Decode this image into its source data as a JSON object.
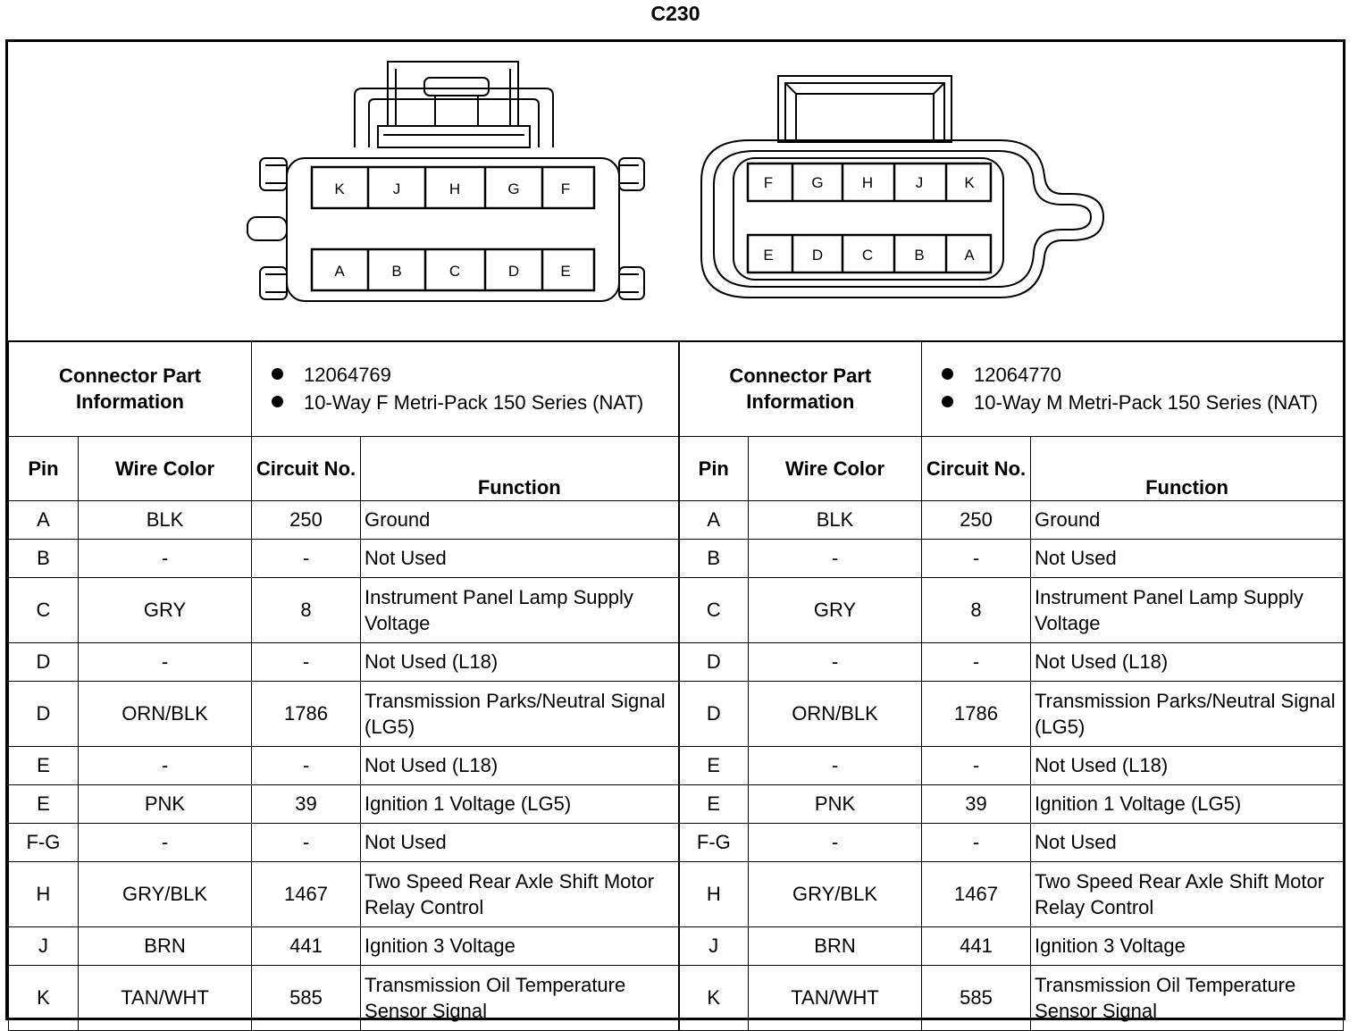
{
  "title": "C230",
  "left_connector": {
    "top_row": [
      "K",
      "J",
      "H",
      "G",
      "F"
    ],
    "bottom_row": [
      "A",
      "B",
      "C",
      "D",
      "E"
    ],
    "part_label": "Connector Part Information",
    "part_info": [
      "12064769",
      "10-Way F Metri-Pack 150 Series (NAT)"
    ]
  },
  "right_connector": {
    "top_row": [
      "F",
      "G",
      "H",
      "J",
      "K"
    ],
    "bottom_row": [
      "E",
      "D",
      "C",
      "B",
      "A"
    ],
    "part_label": "Connector Part Information",
    "part_info": [
      "12064770",
      "10-Way M Metri-Pack 150 Series (NAT)"
    ]
  },
  "headers": {
    "pin": "Pin",
    "wire_color": "Wire Color",
    "circuit": "Circuit No.",
    "function": "Function"
  },
  "rows": [
    {
      "pin": "A",
      "wire": "BLK",
      "circuit": "250",
      "function": "Ground"
    },
    {
      "pin": "B",
      "wire": "-",
      "circuit": "-",
      "function": "Not Used"
    },
    {
      "pin": "C",
      "wire": "GRY",
      "circuit": "8",
      "function": "Instrument Panel Lamp Supply Voltage"
    },
    {
      "pin": "D",
      "wire": "-",
      "circuit": "-",
      "function": "Not Used (L18)"
    },
    {
      "pin": "D",
      "wire": "ORN/BLK",
      "circuit": "1786",
      "function": "Transmission Parks/Neutral Signal (LG5)"
    },
    {
      "pin": "E",
      "wire": "-",
      "circuit": "-",
      "function": "Not Used (L18)"
    },
    {
      "pin": "E",
      "wire": "PNK",
      "circuit": "39",
      "function": "Ignition 1 Voltage (LG5)"
    },
    {
      "pin": "F-G",
      "wire": "-",
      "circuit": "-",
      "function": "Not Used"
    },
    {
      "pin": "H",
      "wire": "GRY/BLK",
      "circuit": "1467",
      "function": "Two Speed Rear Axle Shift Motor Relay Control"
    },
    {
      "pin": "J",
      "wire": "BRN",
      "circuit": "441",
      "function": "Ignition 3 Voltage"
    },
    {
      "pin": "K",
      "wire": "TAN/WHT",
      "circuit": "585",
      "function": "Transmission Oil Temperature Sensor Signal"
    }
  ]
}
